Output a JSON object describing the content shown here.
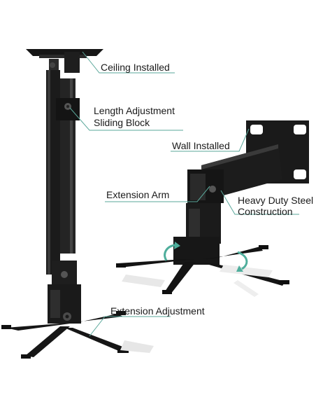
{
  "labels": {
    "ceiling_installed": "Ceiling Installed",
    "length_adjustment_line1": "Length Adjustment",
    "length_adjustment_line2": "Sliding Block",
    "wall_installed": "Wall Installed",
    "extension_arm": "Extension Arm",
    "heavy_duty_line1": "Heavy Duty Steel",
    "heavy_duty_line2": "Construction",
    "extension_adjustment": "Extension Adjustment"
  },
  "colors": {
    "leader_line": "#5aa79a",
    "steel": "#1c1c1c",
    "rotation_arrow": "#4fae9c",
    "text": "#1a1a1a"
  },
  "icons": {
    "rotation": "rotation-arrow-icon"
  }
}
